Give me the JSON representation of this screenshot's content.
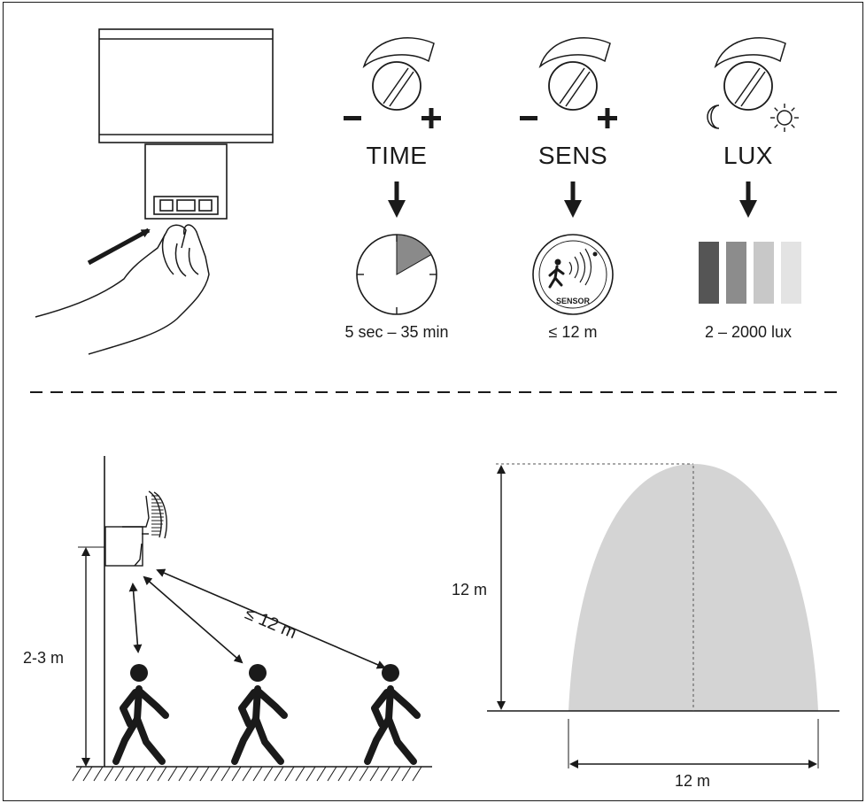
{
  "controls": [
    {
      "id": "time",
      "title": "TIME",
      "left_symbol": "–",
      "right_symbol": "+",
      "range": "5 sec – 35 min",
      "icon": "timer-clock-icon"
    },
    {
      "id": "sens",
      "title": "SENS",
      "left_symbol": "–",
      "right_symbol": "+",
      "range": "≤ 12 m",
      "icon": "sensor-range-icon",
      "badge_text": "SENSOR"
    },
    {
      "id": "lux",
      "title": "LUX",
      "left_symbol": "moon",
      "right_symbol": "sun",
      "range": "2 – 2000 lux",
      "icon": "brightness-swatch-icon",
      "swatches": [
        "#555555",
        "#8c8c8c",
        "#c8c8c8",
        "#e3e3e3"
      ]
    }
  ],
  "timer_fill_fraction": 0.167,
  "side_view": {
    "mount_height_label": "2-3 m",
    "range_label": "≤ 12 m",
    "people": 3
  },
  "coverage": {
    "height_label": "12 m",
    "width_label": "12 m",
    "zone_color": "#d4d4d4"
  },
  "colors": {
    "ink": "#1a1a1a"
  }
}
